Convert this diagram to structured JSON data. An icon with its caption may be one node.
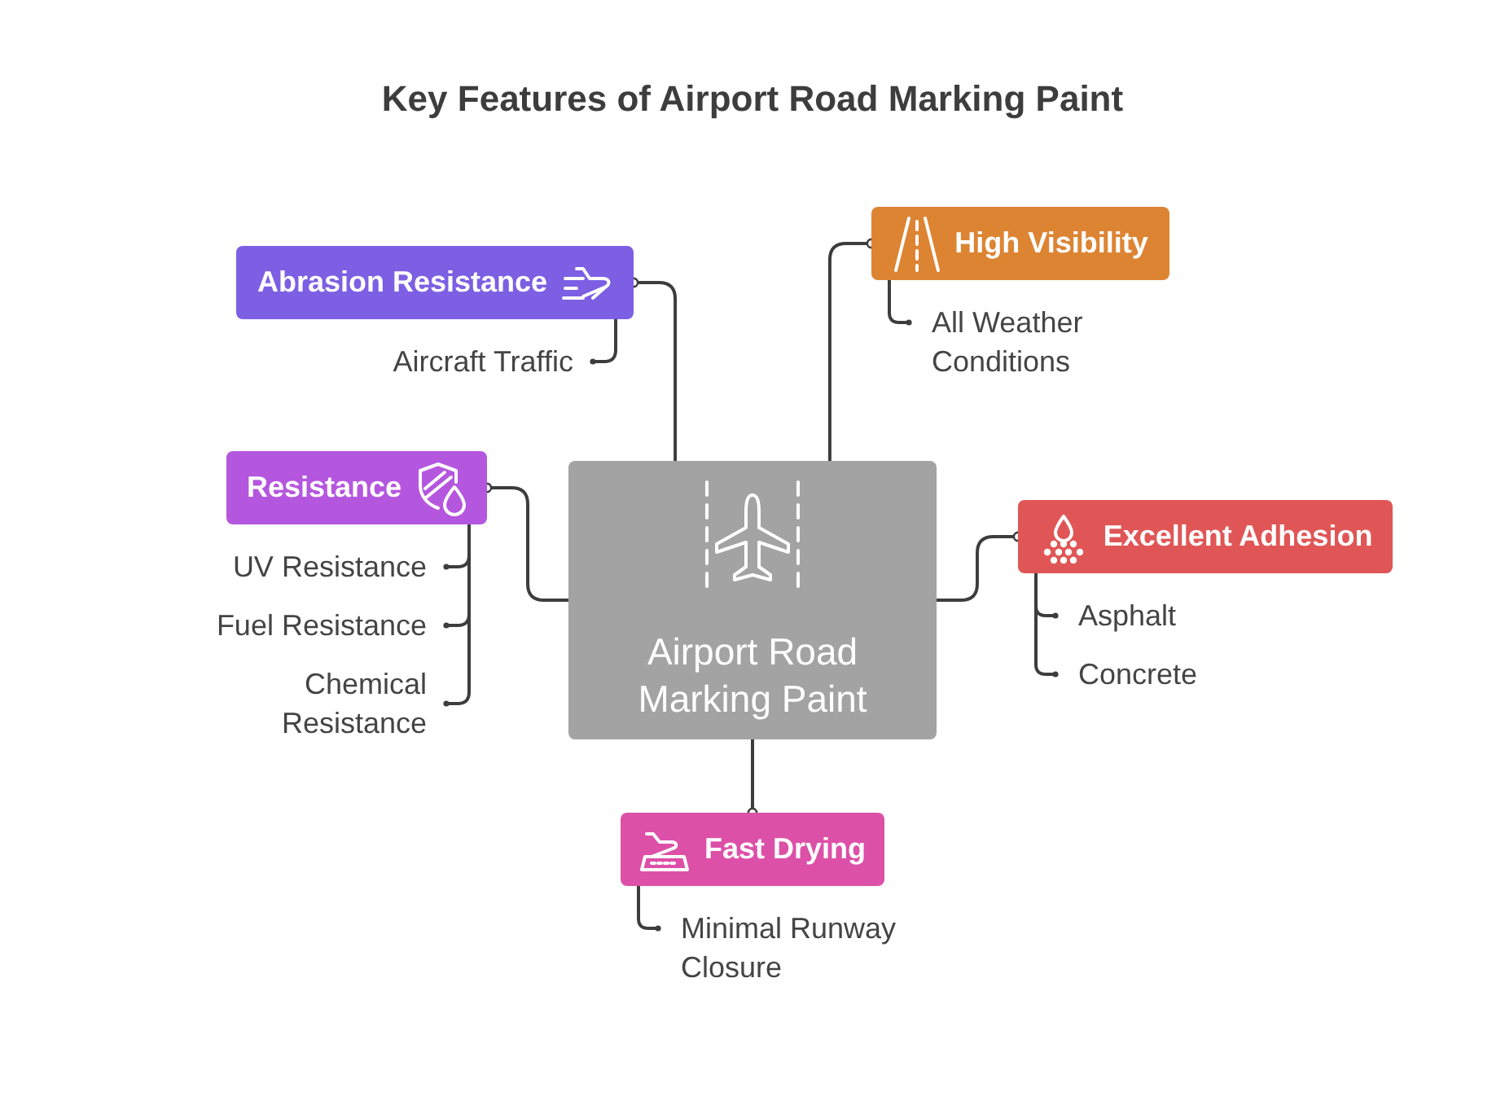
{
  "diagram": {
    "title": "Key Features of Airport Road Marking Paint",
    "nodes": [
      {
        "text": [
          "Airport Road Marking Paint"
        ]
      },
      {
        "text": [
          "Abrasion Resistance"
        ]
      },
      {
        "text": [
          "Aircraft Traffic"
        ]
      },
      {
        "text": [
          "High Visibility"
        ]
      },
      {
        "text": [
          "All Weather Conditions"
        ]
      },
      {
        "text": [
          "Resistance"
        ]
      },
      {
        "text": [
          "UV Resistance"
        ]
      },
      {
        "text": [
          "Fuel Resistance"
        ]
      },
      {
        "text": [
          "Chemical Resistance"
        ]
      },
      {
        "text": [
          "Excellent Adhesion"
        ]
      },
      {
        "text": [
          "Asphalt"
        ]
      },
      {
        "text": [
          "Concrete"
        ]
      },
      {
        "text": [
          "Fast Drying"
        ]
      },
      {
        "text": [
          "Minimal Runway Closure"
        ]
      }
    ],
    "edges": [
      {
        "from": 0,
        "to": 1,
        "arrow": "other"
      },
      {
        "from": 1,
        "to": 2,
        "arrow": "other"
      },
      {
        "from": 0,
        "to": 3,
        "arrow": "other"
      },
      {
        "from": 3,
        "to": 4,
        "arrow": "other"
      },
      {
        "from": 0,
        "to": 5,
        "arrow": "other"
      },
      {
        "from": 5,
        "to": 6,
        "arrow": "other"
      },
      {
        "from": 5,
        "to": 7,
        "arrow": "other"
      },
      {
        "from": 5,
        "to": 8,
        "arrow": "other"
      },
      {
        "from": 0,
        "to": 9,
        "arrow": "other"
      },
      {
        "from": 9,
        "to": 10,
        "arrow": "other"
      },
      {
        "from": 9,
        "to": 11,
        "arrow": "other"
      },
      {
        "from": 0,
        "to": 12,
        "arrow": "other"
      },
      {
        "from": 12,
        "to": 13,
        "arrow": "other"
      }
    ]
  }
}
